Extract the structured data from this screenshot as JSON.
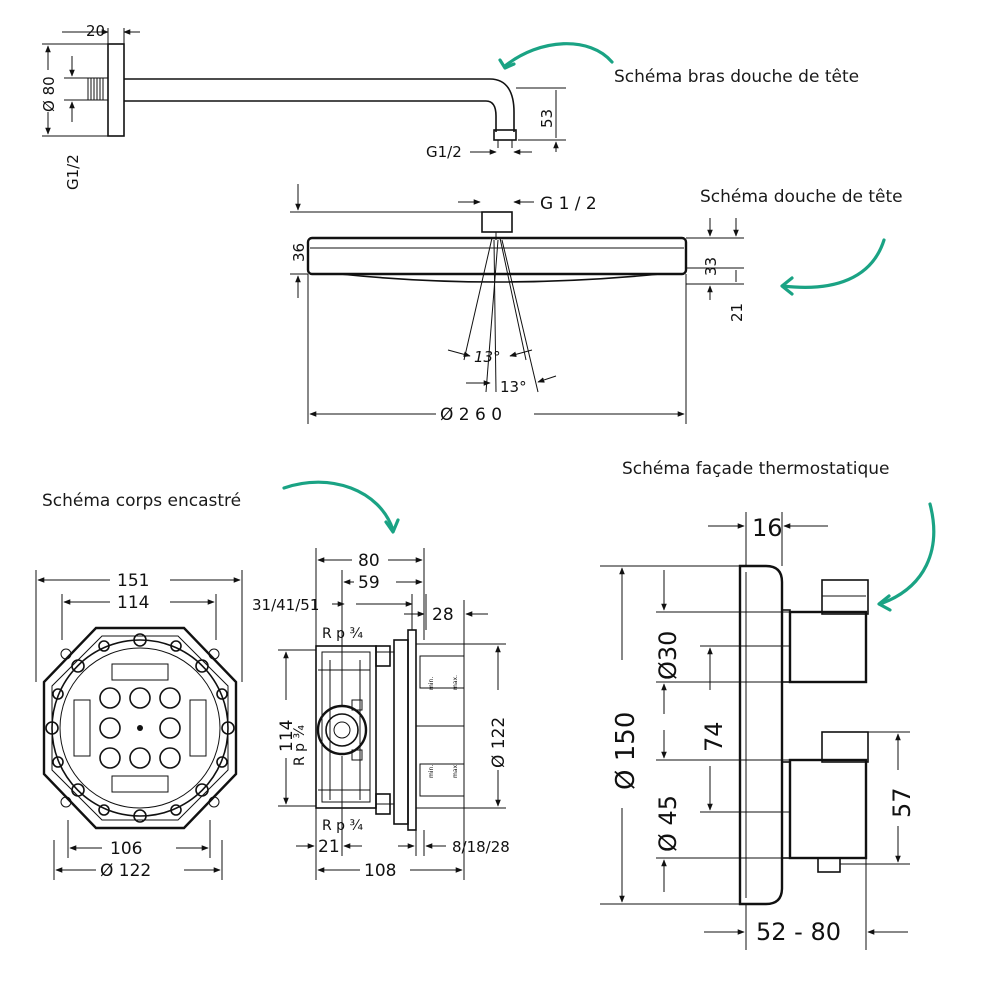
{
  "callouts": {
    "arm": "Schéma bras douche de tête",
    "head": "Schéma douche de tête",
    "body": "Schéma corps encastré",
    "facade": "Schéma façade thermostatique"
  },
  "arm": {
    "d20": "20",
    "d80": "Ø 80",
    "g12a": "G1/2",
    "d53": "53",
    "g12b": "G1/2"
  },
  "head": {
    "g12": "G 1 / 2",
    "d36": "36",
    "d33": "33",
    "d21": "21",
    "a1": "13°",
    "a2": "13°",
    "d260": "Ø 2 6 0"
  },
  "body_front": {
    "d151": "151",
    "d114": "114",
    "d106": "106",
    "d122": "Ø  122"
  },
  "body_side": {
    "d80": "80",
    "d59": "59",
    "d315": "31/41/51",
    "d28": "28",
    "rp_top": "R p ¾",
    "rp_bot": "R p ¾",
    "rp_left": "R p ¾",
    "d114": "114",
    "d122": "Ø  122",
    "d21": "21",
    "d81828": "8/18/28",
    "d108": "108",
    "min1": "min.",
    "max1": "max.",
    "min2": "min.",
    "max2": "max."
  },
  "facade": {
    "d16": "16",
    "d150": "Ø 150",
    "d30": "Ø30",
    "d74": "74",
    "d45": "Ø 45",
    "d57": "57",
    "d5280": "52 - 80"
  },
  "colors": {
    "arrow": "#1aa384",
    "line": "#111111"
  }
}
